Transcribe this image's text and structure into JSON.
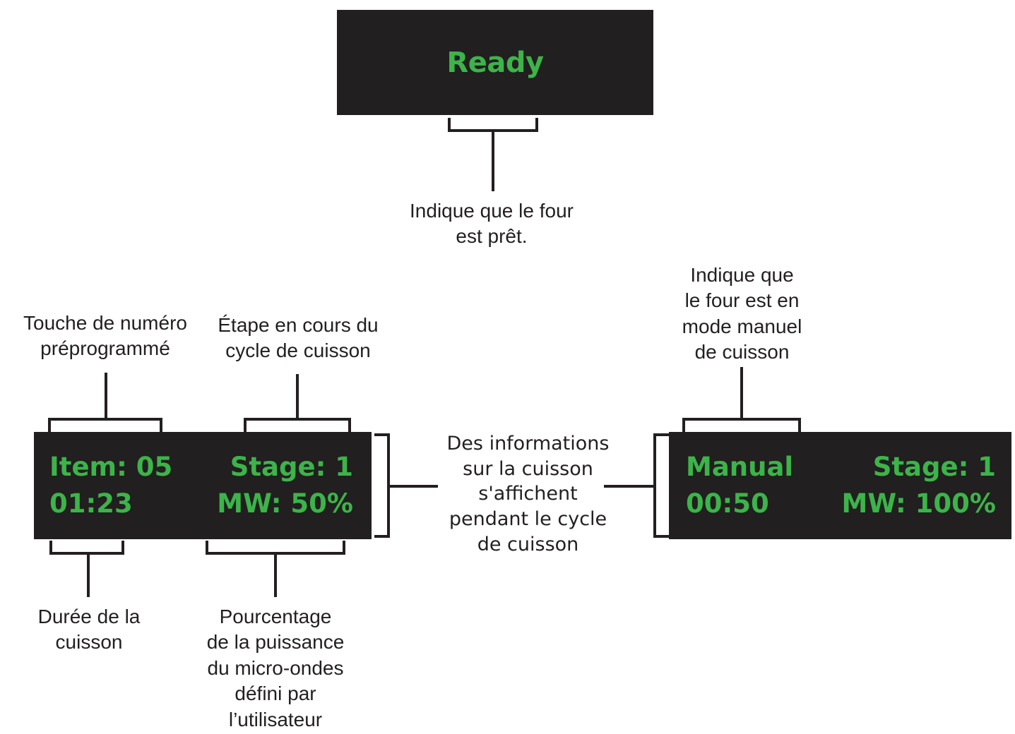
{
  "page": {
    "background_color": "#ffffff",
    "text_color": "#231f20",
    "display_background": "#211f1f",
    "display_text_color": "#3cb44a",
    "language": "fr"
  },
  "displays": {
    "ready": {
      "label": "Ready",
      "caption": "Indique que le four\nest prêt."
    },
    "preprogrammed": {
      "item_label": "Item: 05",
      "stage_label": "Stage: 1",
      "time_label": "01:23",
      "power_label": "MW: 50%"
    },
    "manual": {
      "mode_label": "Manual",
      "stage_label": "Stage: 1",
      "time_label": "00:50",
      "power_label": "MW: 100%"
    }
  },
  "callouts": {
    "item_number": "Touche de numéro\npréprogrammé",
    "stage": "Étape en cours du\ncycle de cuisson",
    "cooking_time": "Durée de la\ncuisson",
    "power_percent": "Pourcentage\nde la puissance\ndu micro-ondes\ndéfini par\nl’utilisateur",
    "cooking_info": "Des informations\nsur la cuisson\ns'affichent\npendant le cycle\nde cuisson",
    "manual_mode": "Indique que\nle four est en\nmode manuel\nde cuisson"
  }
}
